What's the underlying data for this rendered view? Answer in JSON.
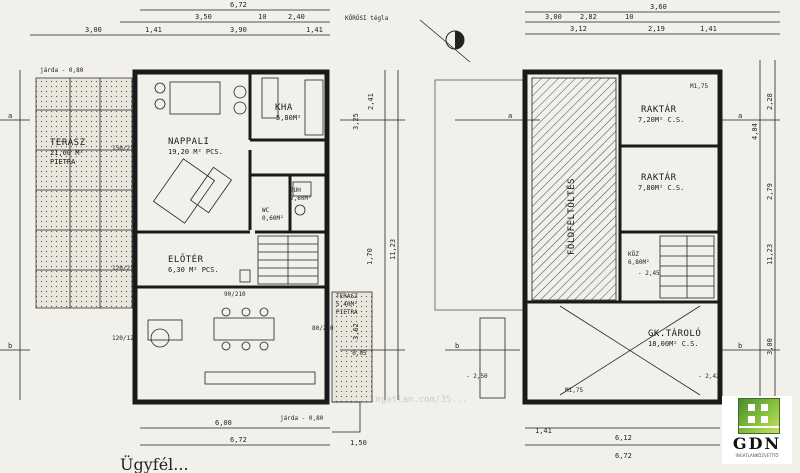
{
  "left_plan": {
    "rooms": {
      "kha": {
        "label": "KHA",
        "area": "5,80M²"
      },
      "nappali": {
        "label": "NAPPALI",
        "area": "19,20 M² PCS."
      },
      "terasz_main": {
        "label": "TERASZ",
        "area": "21,60 M²",
        "note": "PIETRA"
      },
      "eloter": {
        "label": "ELŐTÉR",
        "area": "6,30 M² PCS."
      },
      "zuh": {
        "label": "ZUH",
        "area": "2,60M²"
      },
      "wc": {
        "label": "WC",
        "area": "0,60M²"
      },
      "terasz_small": {
        "label": "TERASZ",
        "area": "5,40M²",
        "note": "PIETRA"
      }
    },
    "notes": {
      "korosi_tegla": "KŐRÖSI tégla",
      "jarda_top": "járda - 0,80",
      "jarda_bottom": "járda - 0,80",
      "lvl_005": "- 0,05"
    },
    "dims": {
      "top_total": "6,72",
      "top_350": "3,50",
      "top_10": "10",
      "top_240": "2,40",
      "top_300": "3,00",
      "top_141": "1,41",
      "top_390": "3,90",
      "top_141b": "1,41",
      "bot_600": "6,00",
      "bot_150": "1,50",
      "bot_672": "6,72",
      "right_241": "2,41",
      "right_325": "3,25",
      "right_1123": "11,23",
      "right_362": "3,62",
      "right_170": "1,70"
    },
    "windows": [
      "150/210",
      "120/210",
      "90/210",
      "80/210",
      "120/120"
    ]
  },
  "right_plan": {
    "rooms": {
      "raktar1": {
        "label": "RAKTÁR",
        "area": "7,20M² C.S."
      },
      "raktar2": {
        "label": "RAKTÁR",
        "area": "7,80M² C.S."
      },
      "foldfeltoltes": {
        "label": "FÖLDFELTÖLTÉS"
      },
      "koz": {
        "label": "KÖZ",
        "area": "6,80M²"
      },
      "gk_tarolo": {
        "label": "GK.TÁROLÓ",
        "area": "18,00M² C.S."
      }
    },
    "dims": {
      "top_360": "3,60",
      "top_300": "3,00",
      "top_282": "2,82",
      "top_10": "10",
      "top_312": "3,12",
      "top_219": "2,19",
      "top_141": "1,41",
      "right_228": "2,28",
      "right_404": "4,04",
      "right_279": "2,79",
      "right_1123": "11,23",
      "right_300": "3,00",
      "bot_612": "6,12",
      "bot_672": "6,72",
      "bot_141": "1,41",
      "lvl_245": "- 2,45",
      "lvl_242": "- 2,42",
      "lvl_250": "- 2,50",
      "m175": "M1,75",
      "m175b": "M1,75"
    }
  },
  "section_markers": {
    "a": "a",
    "b": "b"
  },
  "watermark": "ingatlan.com/35...",
  "bottom_scribble": "Ügyfél...",
  "logo": {
    "brand": "GDN",
    "tagline": "INGATLANKÖZVETÍTŐ"
  }
}
